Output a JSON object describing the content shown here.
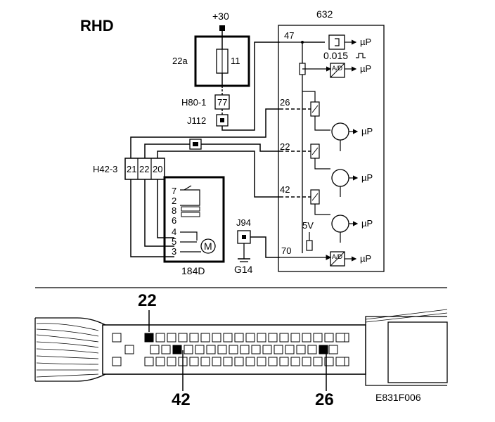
{
  "title": "RHD",
  "power": "+30",
  "ecu": {
    "name": "632",
    "pin_top": "47",
    "pin_bottom": "70",
    "time_const": "0.015",
    "mu_p": "µP",
    "ad": "A/D",
    "supply": "5V",
    "port_labels": [
      "26",
      "22",
      "42"
    ]
  },
  "fuse": {
    "left": "22a",
    "right": "11"
  },
  "h80": {
    "label": "H80-1",
    "pin": "77"
  },
  "j112": "J112",
  "h42": {
    "label": "H42-3",
    "pins": [
      "21",
      "22",
      "20"
    ]
  },
  "motor": {
    "name": "184D",
    "pins": [
      "7",
      "2",
      "8",
      "6",
      "4",
      "5",
      "3"
    ],
    "symbol": "M"
  },
  "j94": "J94",
  "ground": "G14",
  "connector": {
    "callouts": [
      "22",
      "42",
      "26"
    ],
    "code": "E831F006"
  }
}
